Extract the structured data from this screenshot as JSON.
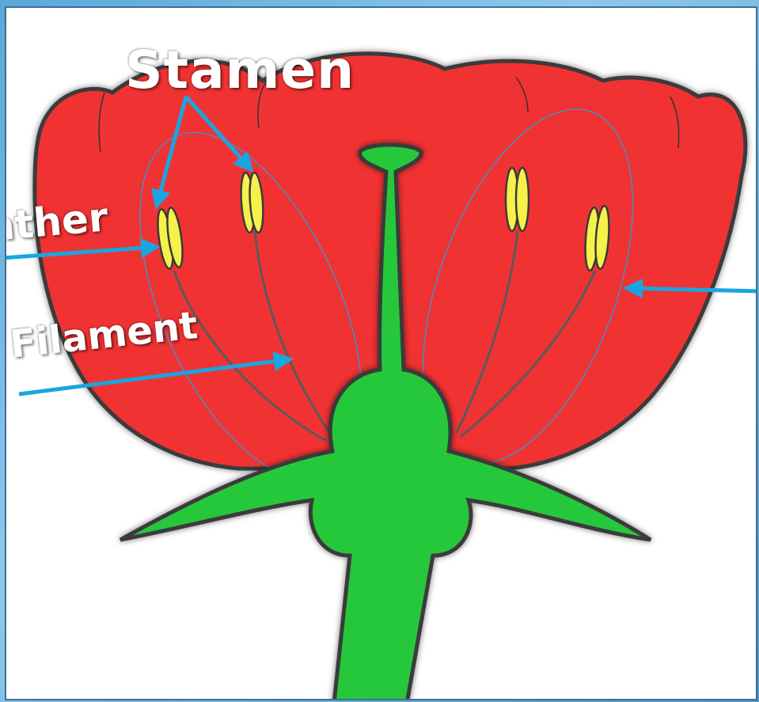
{
  "labels": {
    "stamen": "Stamen",
    "anther": "Anther",
    "filament": "Filament"
  },
  "colors": {
    "petal": "#f13030",
    "receptacle": "#25c83a",
    "anther": "#f6f04a",
    "arrow": "#19a6e0",
    "outline": "#3a3a3a"
  }
}
